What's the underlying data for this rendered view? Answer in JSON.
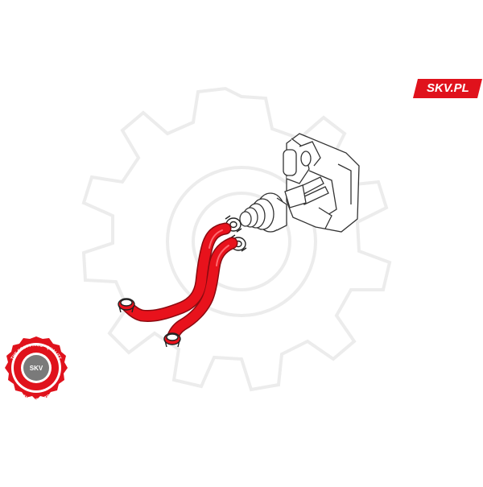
{
  "brand": {
    "label": "SKV.PL",
    "accent_color": "#e0121c"
  },
  "seal": {
    "top_text": "THE BEST PRICE · QUALITY",
    "center_text": "SKV",
    "bottom_text": "AUTO PARTS",
    "color": "#e0121c",
    "inner_color": "#7a7a7a"
  },
  "diagram": {
    "part_color": "#e8121c",
    "line_color": "#333333",
    "watermark_icon": "gear-watermark-icon"
  }
}
